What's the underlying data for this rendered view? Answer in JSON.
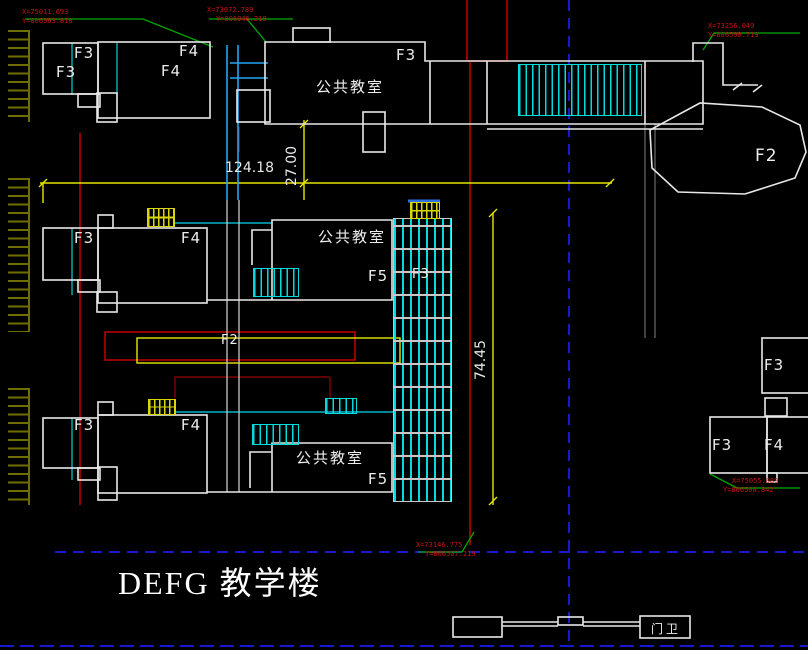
{
  "drawing": {
    "title": "DEFG 教学楼",
    "labels": {
      "classroom": "公共教室",
      "gatehouse": "门卫",
      "f2": "F2",
      "f3": "F3",
      "f4": "F4",
      "f5": "F5"
    },
    "dimensions": {
      "overall_width": "124.18",
      "wing_gap": "27.00",
      "overall_height": "74.45"
    },
    "coordinate_markers": {
      "top_left": {
        "x": "X=75011.693",
        "y": "Y=806963.818"
      },
      "top_center": {
        "x": "X=73072.789",
        "y": "Y=806946.218"
      },
      "top_right": {
        "x": "X=73256.049",
        "y": "Y=806598.719"
      },
      "bottom_center": {
        "x": "X=73146.775",
        "y": "Y=806507.219"
      },
      "bottom_right": {
        "x": "X=75055.089",
        "y": "Y=806500.842"
      }
    }
  },
  "colors": {
    "background": "#000000",
    "building_outline": "#e8e8e8",
    "boundary_blue": "#1818cc",
    "axis_red": "#c40000",
    "dimension_yellow": "#e6e600",
    "hatch_cyan": "#00dcdc",
    "pipe_blue": "#22a6f2",
    "tree_olive": "#6f6f00",
    "leader_green": "#00a800",
    "coordinate_red": "#c81414"
  }
}
